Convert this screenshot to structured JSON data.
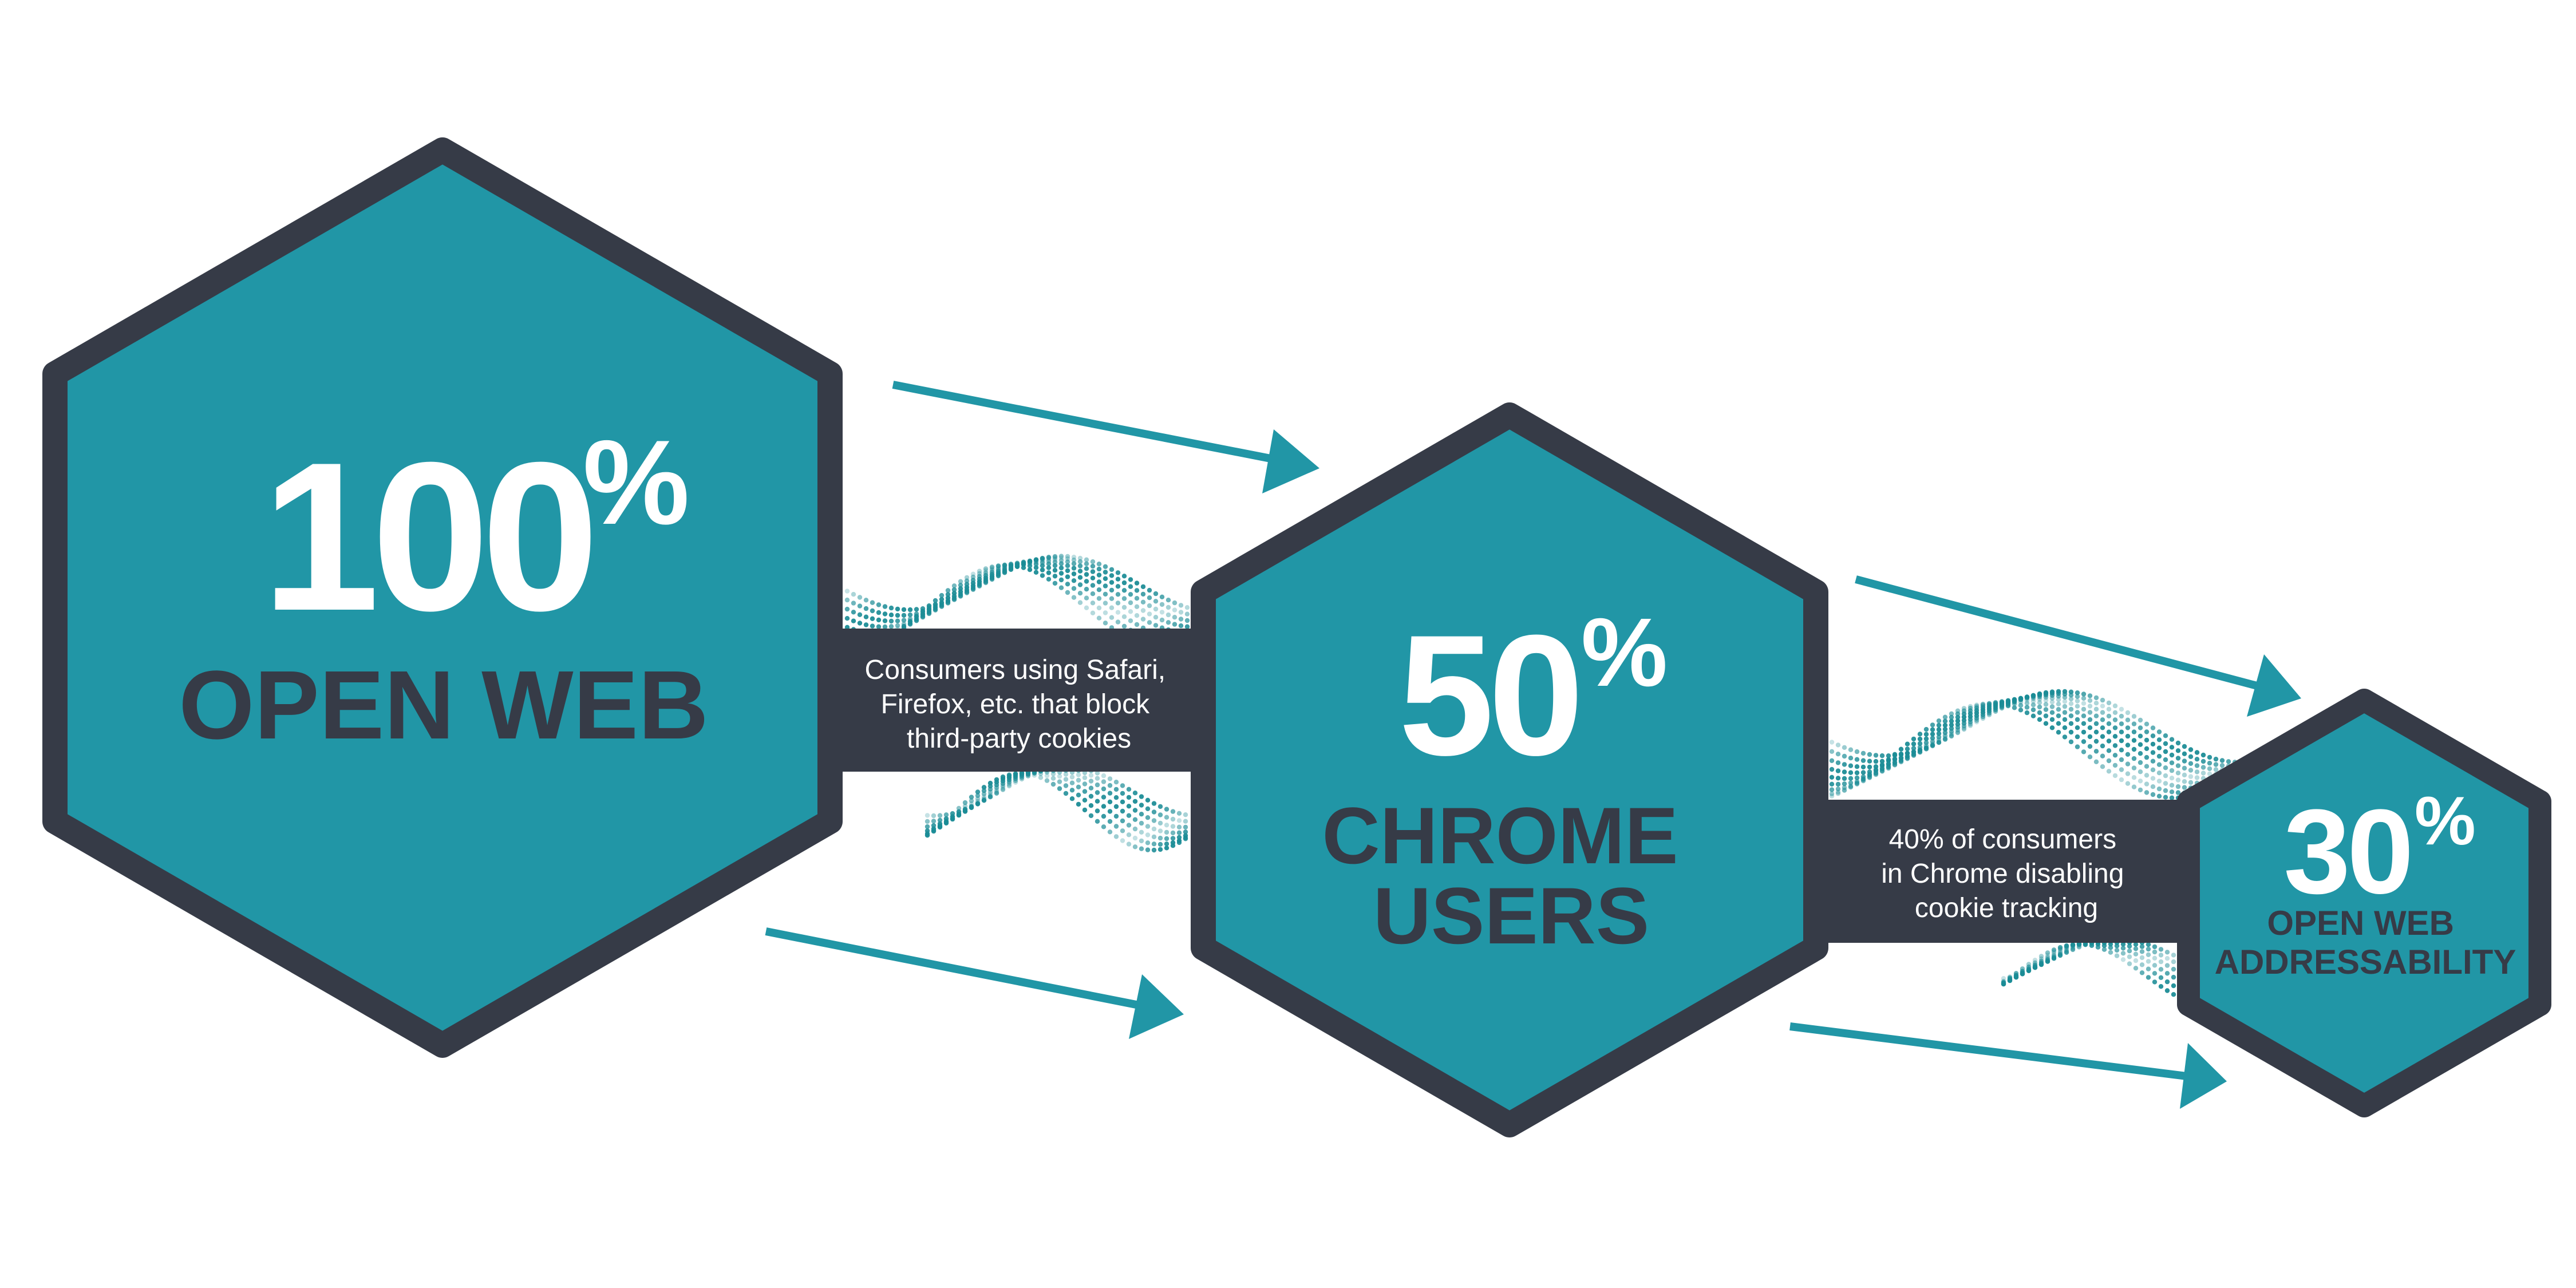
{
  "colors": {
    "teal": "#2196a6",
    "dark": "#363b47",
    "white": "#ffffff",
    "dots": "#1b8c96"
  },
  "stages": [
    {
      "value": "100",
      "unit": "%",
      "label_lines": [
        "OPEN WEB"
      ]
    },
    {
      "value": "50",
      "unit": "%",
      "label_lines": [
        "CHROME",
        "USERS"
      ]
    },
    {
      "value": "30",
      "unit": "%",
      "label_lines": [
        "OPEN WEB",
        "ADDRESSABILITY"
      ]
    }
  ],
  "connectors": [
    {
      "text_lines": [
        "Consumers using Safari,",
        "Firefox, etc. that block",
        "third-party cookies"
      ]
    },
    {
      "text_lines": [
        "40% of consumers",
        "in Chrome disabling",
        "cookie tracking"
      ]
    }
  ],
  "decorations": {
    "arrow_icon": "arrow-icon",
    "dot_wave_icon": "dot-wave-icon"
  }
}
